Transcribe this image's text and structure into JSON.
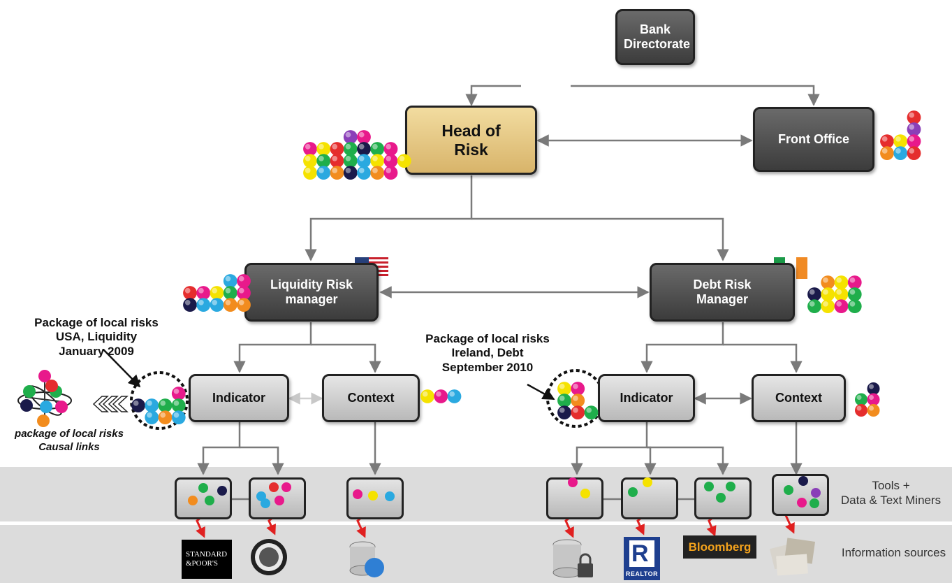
{
  "nodes": {
    "bank_directorate": "Bank Directorate",
    "head_of_risk": "Head of Risk",
    "front_office": "Front Office",
    "liquidity_rm": "Liquidity Risk manager",
    "debt_rm": "Debt Risk Manager",
    "indicator_left": "Indicator",
    "context_left": "Context",
    "indicator_right": "Indicator",
    "context_right": "Context"
  },
  "annotations": {
    "package_usa": [
      "Package of local risks",
      "USA, Liquidity",
      "January 2009"
    ],
    "package_ireland": [
      "Package of local risks",
      "Ireland, Debt",
      "September 2010"
    ],
    "causal": [
      "package of local risks",
      "Causal links"
    ]
  },
  "bands": {
    "tools_label": [
      "Tools +",
      "Data & Text  Miners"
    ],
    "sources_label": "Information sources"
  },
  "logos": {
    "standard_poors": [
      "STANDARD",
      "&POOR'S"
    ],
    "realtor": "REALTOR",
    "bloomberg": "Bloomberg"
  },
  "colors": {
    "dark_box": "#4a4a4a",
    "head_of_risk": "#e3c27d",
    "light_box": "#cfcfcf",
    "band": "#dcdcdc",
    "arrow": "#7a7a7a",
    "source_link": "#e02020"
  }
}
